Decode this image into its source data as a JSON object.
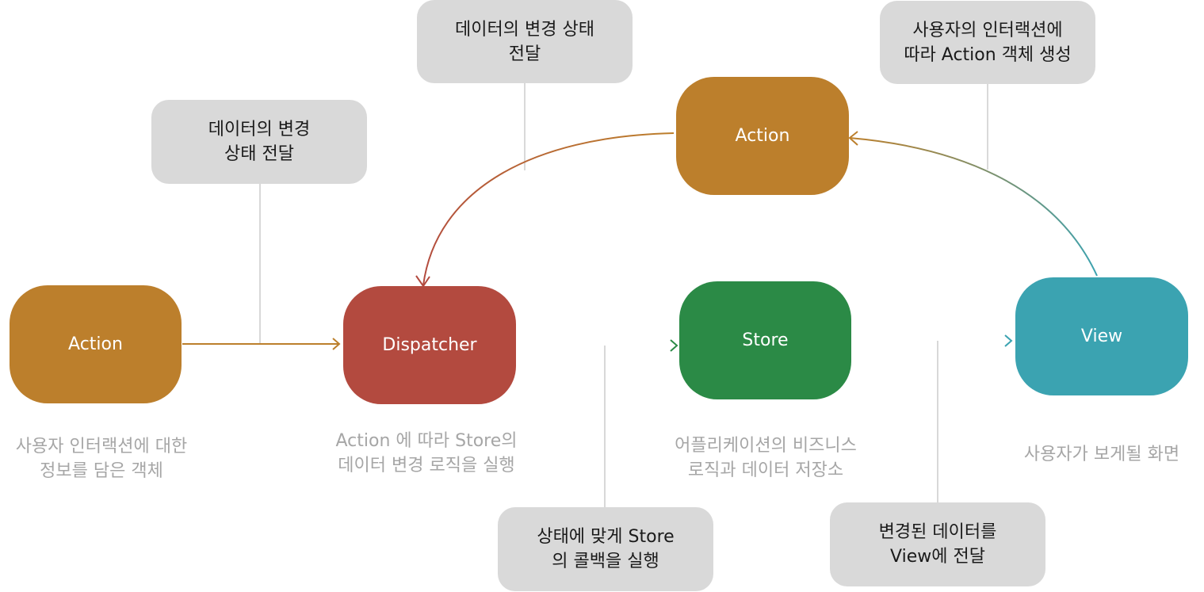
{
  "nodes": {
    "action_left": {
      "label": "Action",
      "color": "#bc7f2c"
    },
    "dispatcher": {
      "label": "Dispatcher",
      "color": "#b34a3f"
    },
    "store": {
      "label": "Store",
      "color": "#2b8a46"
    },
    "view": {
      "label": "View",
      "color": "#3ba3b1"
    },
    "action_top": {
      "label": "Action",
      "color": "#bc7f2c"
    }
  },
  "notes": {
    "action_to_dispatcher": "데이터의 변경\n상태 전달",
    "top_action_to_dispatcher": "데이터의 변경 상태\n전달",
    "view_to_action": "사용자의 인터랙션에\n따라 Action 객체 생성",
    "dispatcher_to_store": "상태에 맞게 Store\n의 콜백을 실행",
    "store_to_view": "변경된 데이터를\nView에 전달"
  },
  "descriptions": {
    "action": "사용자 인터랙션에 대한\n정보를 담은 객체",
    "dispatcher": "Action 에 따라 Store의\n데이터 변경 로직을 실행",
    "store": "어플리케이션의 비즈니스\n로직과 데이터 저장소",
    "view": "사용자가 보게될 화면"
  },
  "colors": {
    "connector_line": "#bfbfbf",
    "note_background": "#d9d9d9",
    "description_text": "#a6a6a6"
  }
}
